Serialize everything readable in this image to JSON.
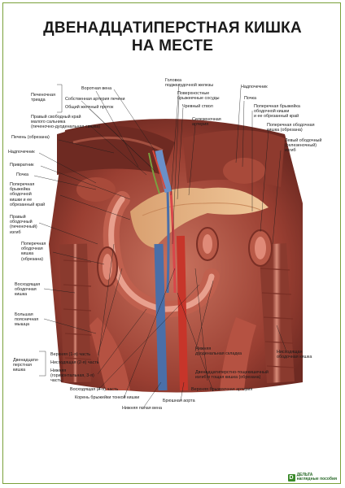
{
  "title": {
    "line1": "ДВЕНАДЦАТИПЕРСТНАЯ КИШКА",
    "line2": "НА МЕСТЕ"
  },
  "labels": {
    "portal_triad": "Печеночная\nтриада",
    "portal_vein": "Воротная вена",
    "hepatic_artery": "Собственная артерия печени",
    "common_bile_duct": "Общий желчный проток",
    "free_edge": "Правый свободный край\nмалого сальника\n(печеночно-дуоденальная связка)",
    "liver_cut": "Печень (обрезана)",
    "adrenal_right": "Надпочечник",
    "gallbladder": "Привратник",
    "kidney_right": "Почка",
    "transverse_mesocolon": "Поперечная\nбрыжейка\nободочной\nкишки и ее\nобрезанный край",
    "right_flexure": "Правый\nободочный\n(печеночный)\nизгиб",
    "transverse_colon": "Поперечная\nободочная\nкишка\n(обрезана)",
    "ascending_colon": "Восходящая\nободочная\nкишка",
    "psoas": "Большая\nпоясничная\nмышца",
    "duodenum_group": "Двенадцати-\nперстная\nкишка",
    "duo_superior": "Верхняя (1-я) часть",
    "duo_descending": "Нисходящая (2-я) часть",
    "duo_horizontal": "Нижняя\n(горизонтальная, 3-я)\nчасть",
    "duo_ascending": "Восходящая (4-я) часть",
    "mesentery_root": "Корень брыжейки тонкой кишки",
    "ivc": "Нижняя полая вена",
    "aorta": "Брюшная аорта",
    "sma": "Верхняя брыжеечная артерия",
    "dj_flexure": "Двенадцатиперстно-тощекишечный\nизгиб и тощая кишка (обрезана)",
    "inferior_duo_fold": "Нижняя\nдуоденальная складка",
    "descending_colon": "Нисходящая\nободочная кишка",
    "pancreas_head": "Головка\nподжелудочной железы",
    "superior_mesenteric_vessels": "Поверхностные\nбрыжеечные сосуды",
    "celiac": "Чревный ствол",
    "splenic_artery": "Селезеночная\nартерия",
    "adrenal_left": "Надпочечник",
    "kidney_left": "Почка",
    "transverse_mesocolon_left": "Поперечная брыжейка\nободочной кишки\nи ее обрезанный край",
    "transverse_colon_left": "Поперечная ободочная\nкишка (обрезана)",
    "left_flexure": "Левый ободочный\n(селезеночный)\nизгиб"
  },
  "logo": {
    "mark": "D",
    "text": "ДЕЛЬТА\nнаглядные пособия"
  },
  "colors": {
    "tissue_dark": "#7a2f25",
    "tissue_mid": "#b8574a",
    "tissue_light": "#d98c7a",
    "fat": "#e6c27a",
    "pancreas": "#e8b58a",
    "vein": "#4a6fa8",
    "artery": "#c7352a"
  }
}
